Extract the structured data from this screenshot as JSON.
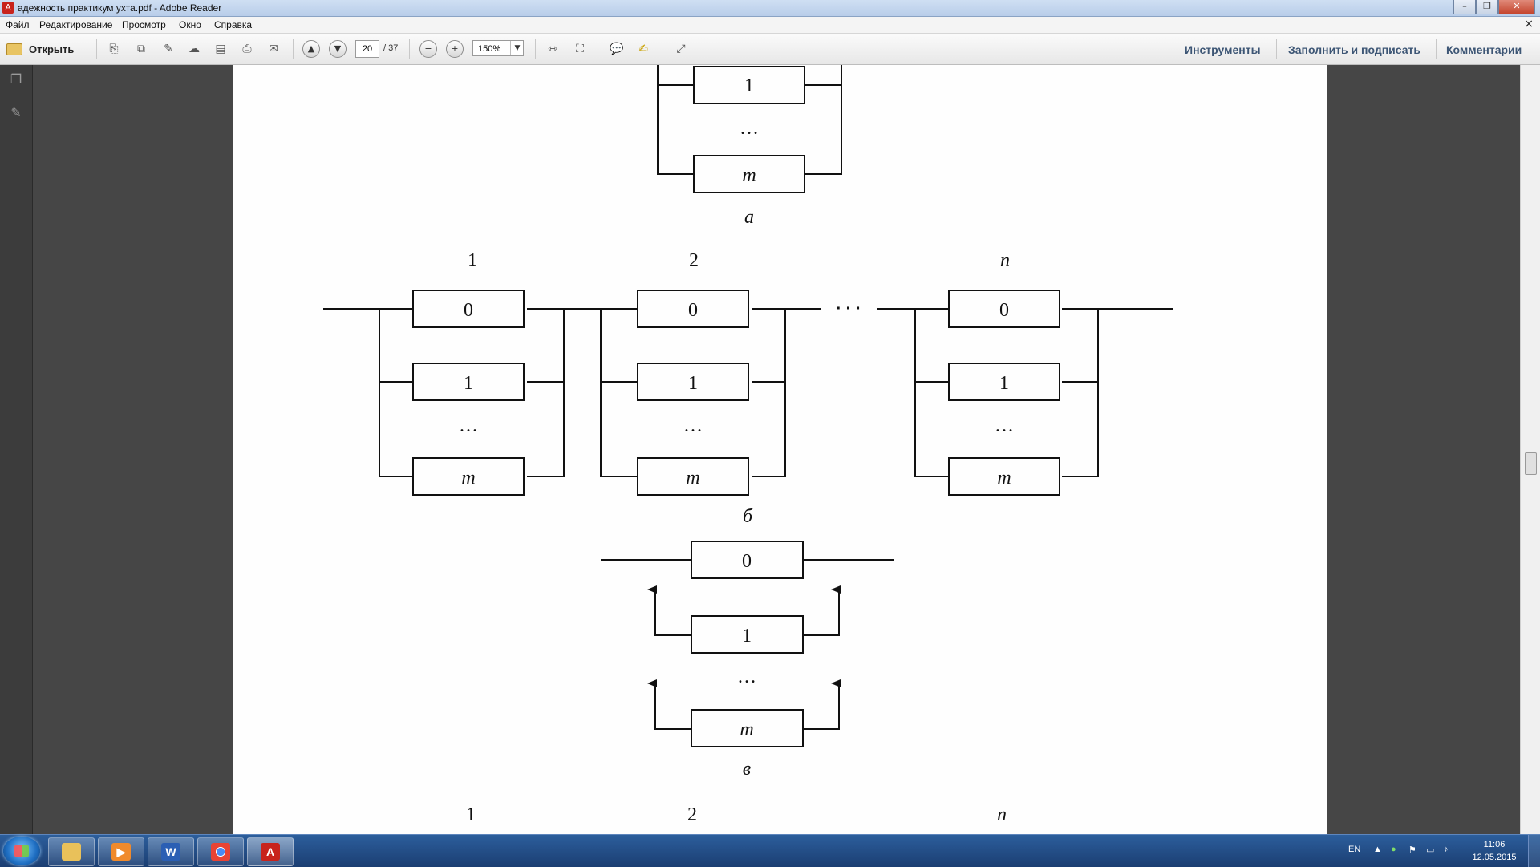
{
  "window": {
    "title": "адежность практикум ухта.pdf - Adobe Reader"
  },
  "menu": {
    "items": [
      "Файл",
      "Редактирование",
      "Просмотр",
      "Окно",
      "Справка"
    ],
    "close": "×"
  },
  "toolbar": {
    "open_label": "Открыть",
    "page_current": "20",
    "page_total": "/ 37",
    "zoom": "150%",
    "right_links": [
      "Инструменты",
      "Заполнить и подписать",
      "Комментарии"
    ]
  },
  "document": {
    "diagram_a": {
      "elements": [
        "1",
        "m"
      ],
      "ellipsis": "…",
      "caption": "а"
    },
    "diagram_b": {
      "groups": [
        {
          "header": "1",
          "elements": [
            "0",
            "1",
            "m"
          ]
        },
        {
          "header": "2",
          "elements": [
            "0",
            "1",
            "m"
          ]
        },
        {
          "header": "n",
          "elements": [
            "0",
            "1",
            "m"
          ]
        }
      ],
      "ellipsis": "…",
      "dots_between": "· · ·",
      "caption": "б"
    },
    "diagram_v": {
      "elements": [
        "0",
        "1",
        "m"
      ],
      "ellipsis": "…",
      "caption": "в"
    },
    "next_headers": [
      "1",
      "2",
      "n"
    ]
  },
  "taskbar": {
    "lang": "EN",
    "time": "11:06",
    "date": "12.05.2015"
  }
}
